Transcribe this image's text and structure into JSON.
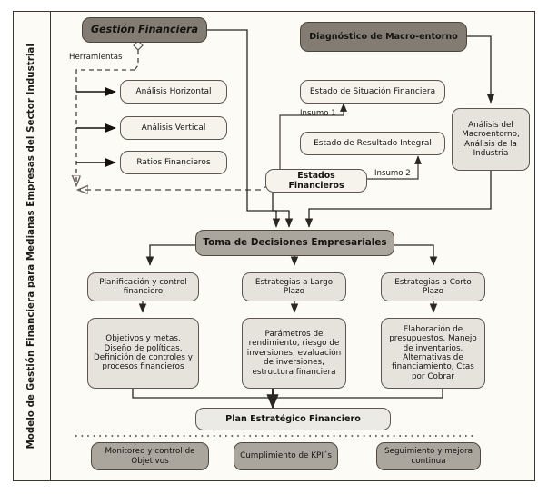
{
  "diagram": {
    "vertical_title": "Modelo de Gestión Financiera para Medianas Empresas del Sector Industrial",
    "nodes": {
      "gestion_financiera": "Gestión Financiera",
      "diagnostico_macro": "Diagnóstico de Macro-entorno",
      "analisis_horizontal": "Análisis Horizontal",
      "analisis_vertical": "Análisis Vertical",
      "ratios_financieros": "Ratios Financieros",
      "estado_situacion": "Estado de Situación Financiera",
      "estado_resultado": "Estado de Resultado Integral",
      "estados_financieros": "Estados Financieros",
      "analisis_macroentorno": "Análisis del Macroentorno, Análisis de la Industria",
      "toma_decisiones": "Toma de Decisiones Empresariales",
      "planificacion_control": "Planificación y control financiero",
      "estrategias_largo": "Estrategias a Largo Plazo",
      "estrategias_corto": "Estrategias a Corto Plazo",
      "objetivos_metas": "Objetivos y metas, Diseño de políticas, Definición de controles y procesos financieros",
      "parametros_rendimiento": "Parámetros de rendimiento, riesgo de inversiones, evaluación de inversiones, estructura financiera",
      "elaboracion_presupuestos": "Elaboración de presupuestos, Manejo de inventarios, Alternativas de financiamiento, Ctas por Cobrar",
      "plan_estrategico": "Plan Estratégico Financiero",
      "monitoreo_control": "Monitoreo y control de Objetivos",
      "cumplimiento_kpis": "Cumplimiento de KPI´s",
      "seguimiento_mejora": "Seguimiento y mejora continua"
    },
    "edge_labels": {
      "herramientas": "Herramientas",
      "insumo_1": "Insumo 1",
      "insumo_2": "Insumo 2"
    },
    "colors": {
      "dark_fill": "#827c73",
      "mid_fill": "#aaa59d",
      "light_fill": "#e6e3dd",
      "white_fill": "#f6f3ec",
      "stroke": "#5d564e",
      "canvas": "#fdfbf5"
    }
  }
}
